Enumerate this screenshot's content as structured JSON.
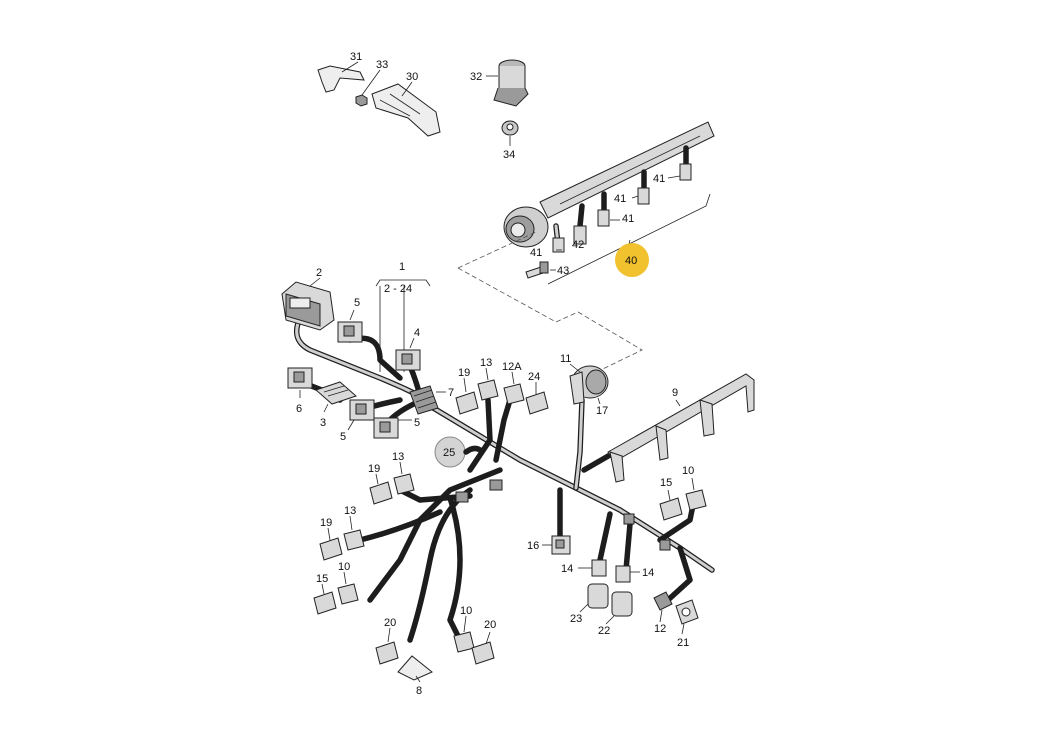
{
  "callouts": {
    "c1": "1",
    "c2_24": "2 - 24",
    "c2": "2",
    "c3": "3",
    "c4": "4",
    "c5a": "5",
    "c5b": "5",
    "c5c": "5",
    "c6": "6",
    "c7": "7",
    "c8": "8",
    "c9": "9",
    "c10a": "10",
    "c10b": "10",
    "c10c": "10",
    "c11": "11",
    "c12": "12",
    "c12A": "12A",
    "c13a": "13",
    "c13b": "13",
    "c13c": "13",
    "c14a": "14",
    "c14b": "14",
    "c15a": "15",
    "c15b": "15",
    "c16": "16",
    "c17": "17",
    "c19a": "19",
    "c19b": "19",
    "c19c": "19",
    "c20a": "20",
    "c20b": "20",
    "c21": "21",
    "c22": "22",
    "c23": "23",
    "c24": "24",
    "c25": "25",
    "c30": "30",
    "c31": "31",
    "c32": "32",
    "c33": "33",
    "c34": "34",
    "c40": "40",
    "c41a": "41",
    "c41b": "41",
    "c41c": "41",
    "c41d": "41",
    "c42": "42",
    "c43": "43"
  },
  "colors": {
    "highlight": "#f2c12e",
    "callout_25": "#d4d4d4",
    "line": "#1d1d1d"
  }
}
